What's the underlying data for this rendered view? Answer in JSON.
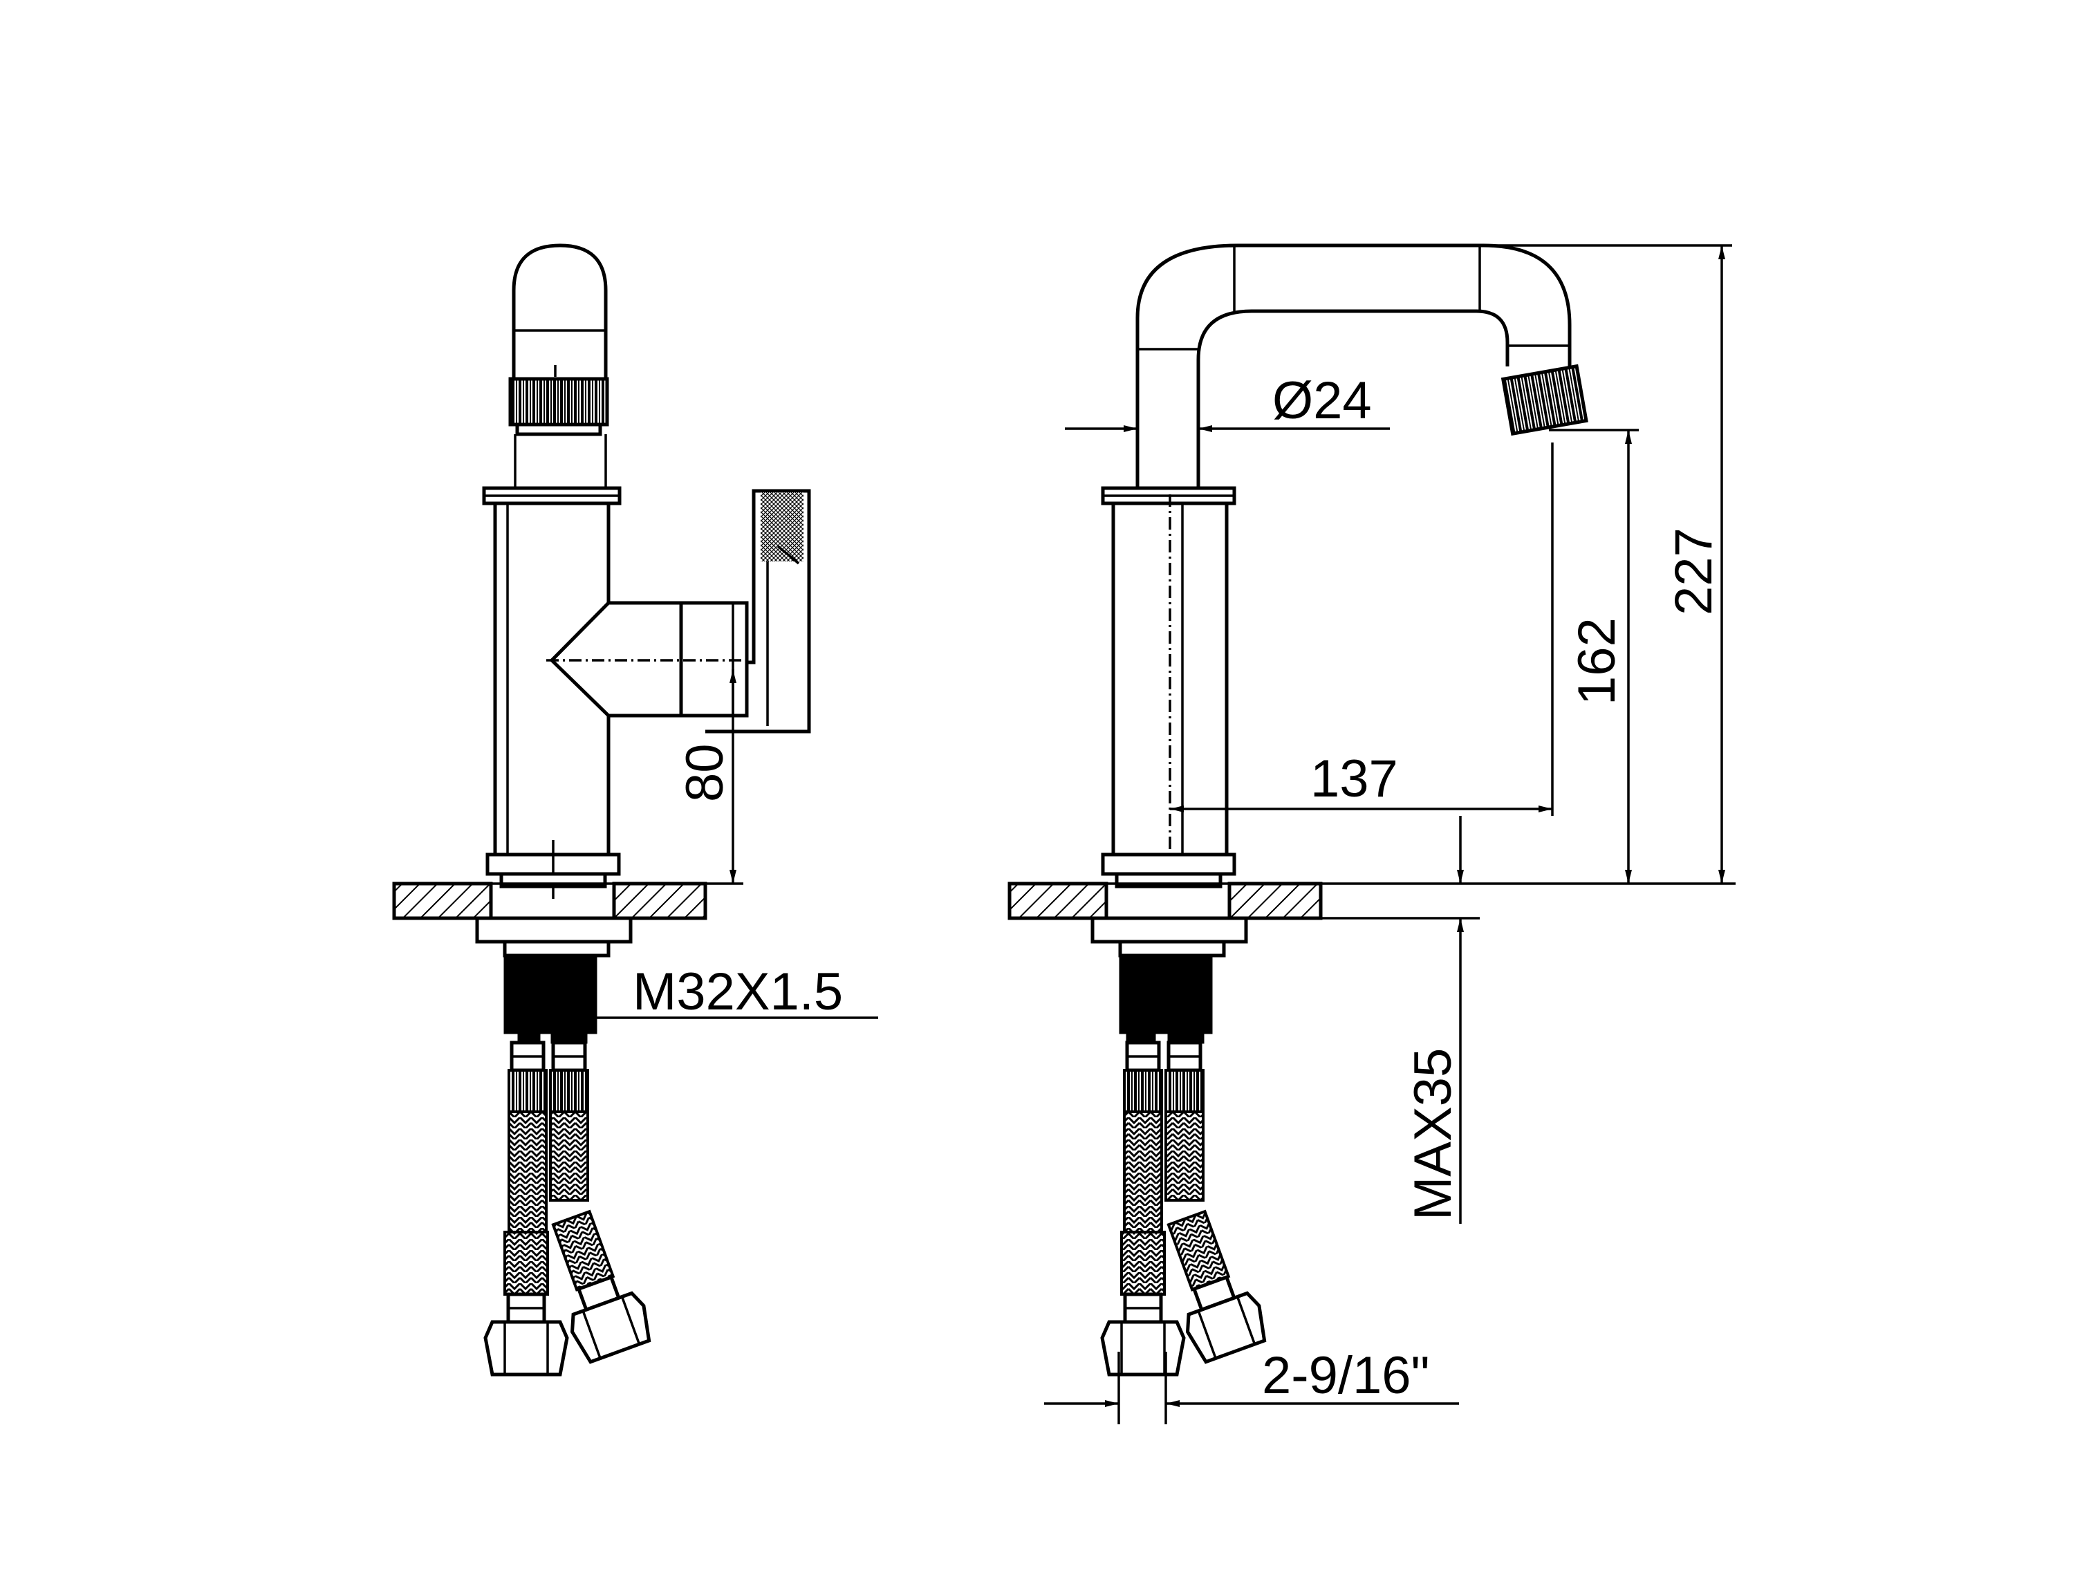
{
  "dimensions": {
    "pipe_diameter": "Ø24",
    "spout_reach": "137",
    "spout_height": "162",
    "total_height": "227",
    "handle_height": "80",
    "thread": "M32X1.5",
    "max_deck_thickness": "MAX35",
    "hose_spacing": "2-9/16\""
  }
}
